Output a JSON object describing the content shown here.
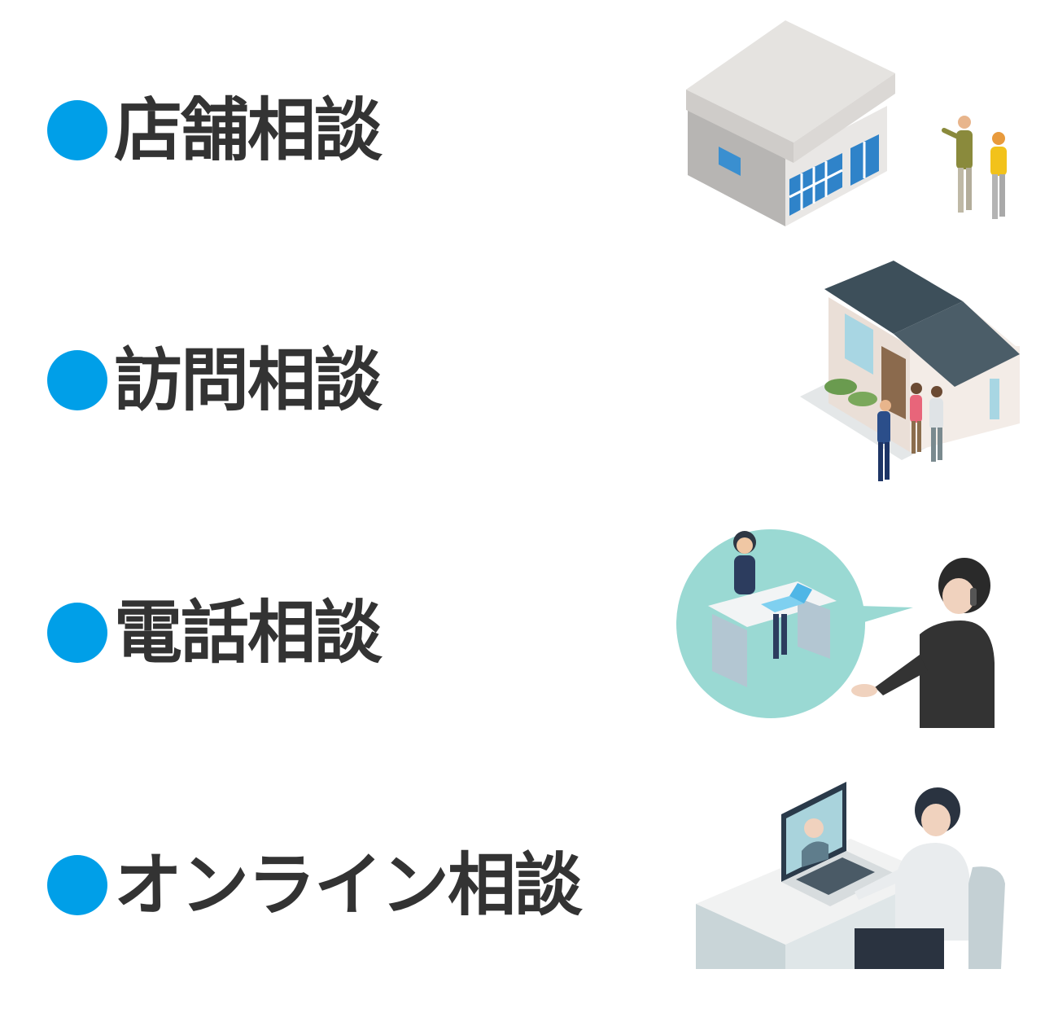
{
  "colors": {
    "accent": "#009fe8",
    "text": "#333333"
  },
  "items": [
    {
      "label": "店舗相談",
      "illustration": "store-with-couple-illustration"
    },
    {
      "label": "訪問相談",
      "illustration": "home-visit-illustration"
    },
    {
      "label": "電話相談",
      "illustration": "phone-consultation-illustration"
    },
    {
      "label": "オンライン相談",
      "illustration": "online-consultation-illustration"
    }
  ]
}
